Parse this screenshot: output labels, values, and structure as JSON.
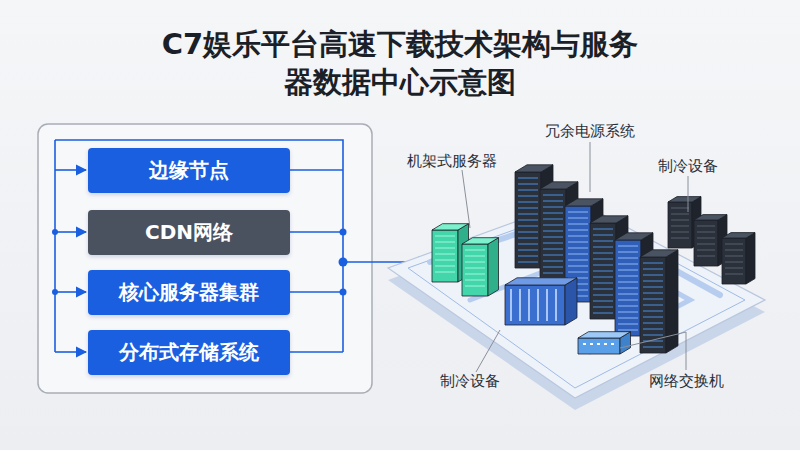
{
  "diagram": {
    "title": "C7娱乐平台高速下载技术架构与服务器数据中心示意图",
    "nodes": [
      {
        "text": [
          "边缘节点"
        ]
      },
      {
        "text": [
          "CDN网络"
        ]
      },
      {
        "text": [
          "核心服务器集群"
        ]
      },
      {
        "text": [
          "分布式存储系统"
        ]
      }
    ],
    "labels": [
      "冗余电源系统",
      "机架式服务器",
      "制冷设备",
      "制冷设备",
      "网络交换机"
    ]
  }
}
